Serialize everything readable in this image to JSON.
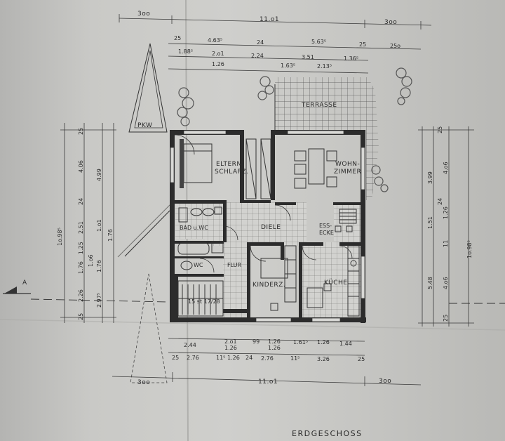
{
  "floor_title": "ERDGESCHOSS",
  "section_marker": "A",
  "rooms": {
    "terrasse": "TERRASSE",
    "pkw": "PKW",
    "eltern_line1": "ELTERN-",
    "eltern_line2": "SCHLAFZ.",
    "wohn_line1": "WOHN-",
    "wohn_line2": "ZIMMER",
    "bad": "BAD u.WC",
    "diele": "DIELE",
    "ess_line1": "ESS-",
    "ess_line2": "ECKE",
    "wc": "WC",
    "flur": "FLUR",
    "kinder": "KINDERZ.",
    "kueche": "KÜCHE",
    "stairs": "15 st 17/28"
  },
  "dims_top": {
    "overall_left": "3oo",
    "overall_mid": "11.o1",
    "overall_right": "3oo",
    "r2": [
      "25",
      "4.63⁵",
      "24",
      "5.63⁵",
      "25",
      "25o"
    ],
    "r3": [
      "1.88⁵",
      "2.o1",
      "2.24",
      "3.51",
      "1.36⁵"
    ],
    "r4": [
      "1.26",
      "1.63⁵",
      "2.13⁵"
    ]
  },
  "dims_bottom": {
    "r1": [
      "2.44",
      "2.o1",
      "99",
      "1.26",
      "1.61⁵",
      "1.26",
      "1.44"
    ],
    "r1b": [
      "1.26",
      "1.26"
    ],
    "r2": [
      "25",
      "2.76",
      "11⁵",
      "1.26",
      "24",
      "2.76",
      "11⁵",
      "3.26",
      "25"
    ],
    "overall_left": "3oo",
    "overall_mid": "11.o1",
    "overall_right": "3oo"
  },
  "dims_left": {
    "overall": "1o.98⁵",
    "c1": [
      "25",
      "4.06",
      "24",
      "2.51",
      "1.25",
      "1.76",
      "2.26",
      "25"
    ],
    "c2": [
      "4.99",
      "1.o1",
      "1.76",
      "2.97⁵"
    ],
    "c3": [
      "1.o6",
      "1.76"
    ]
  },
  "dims_right": {
    "overall": "1o.98⁵",
    "c1": [
      "3.99",
      "1.51",
      "5.48"
    ],
    "c2": [
      "4.o6",
      "1.26",
      "11",
      "4.o6",
      "25"
    ],
    "c3": [
      "25",
      "24"
    ]
  }
}
